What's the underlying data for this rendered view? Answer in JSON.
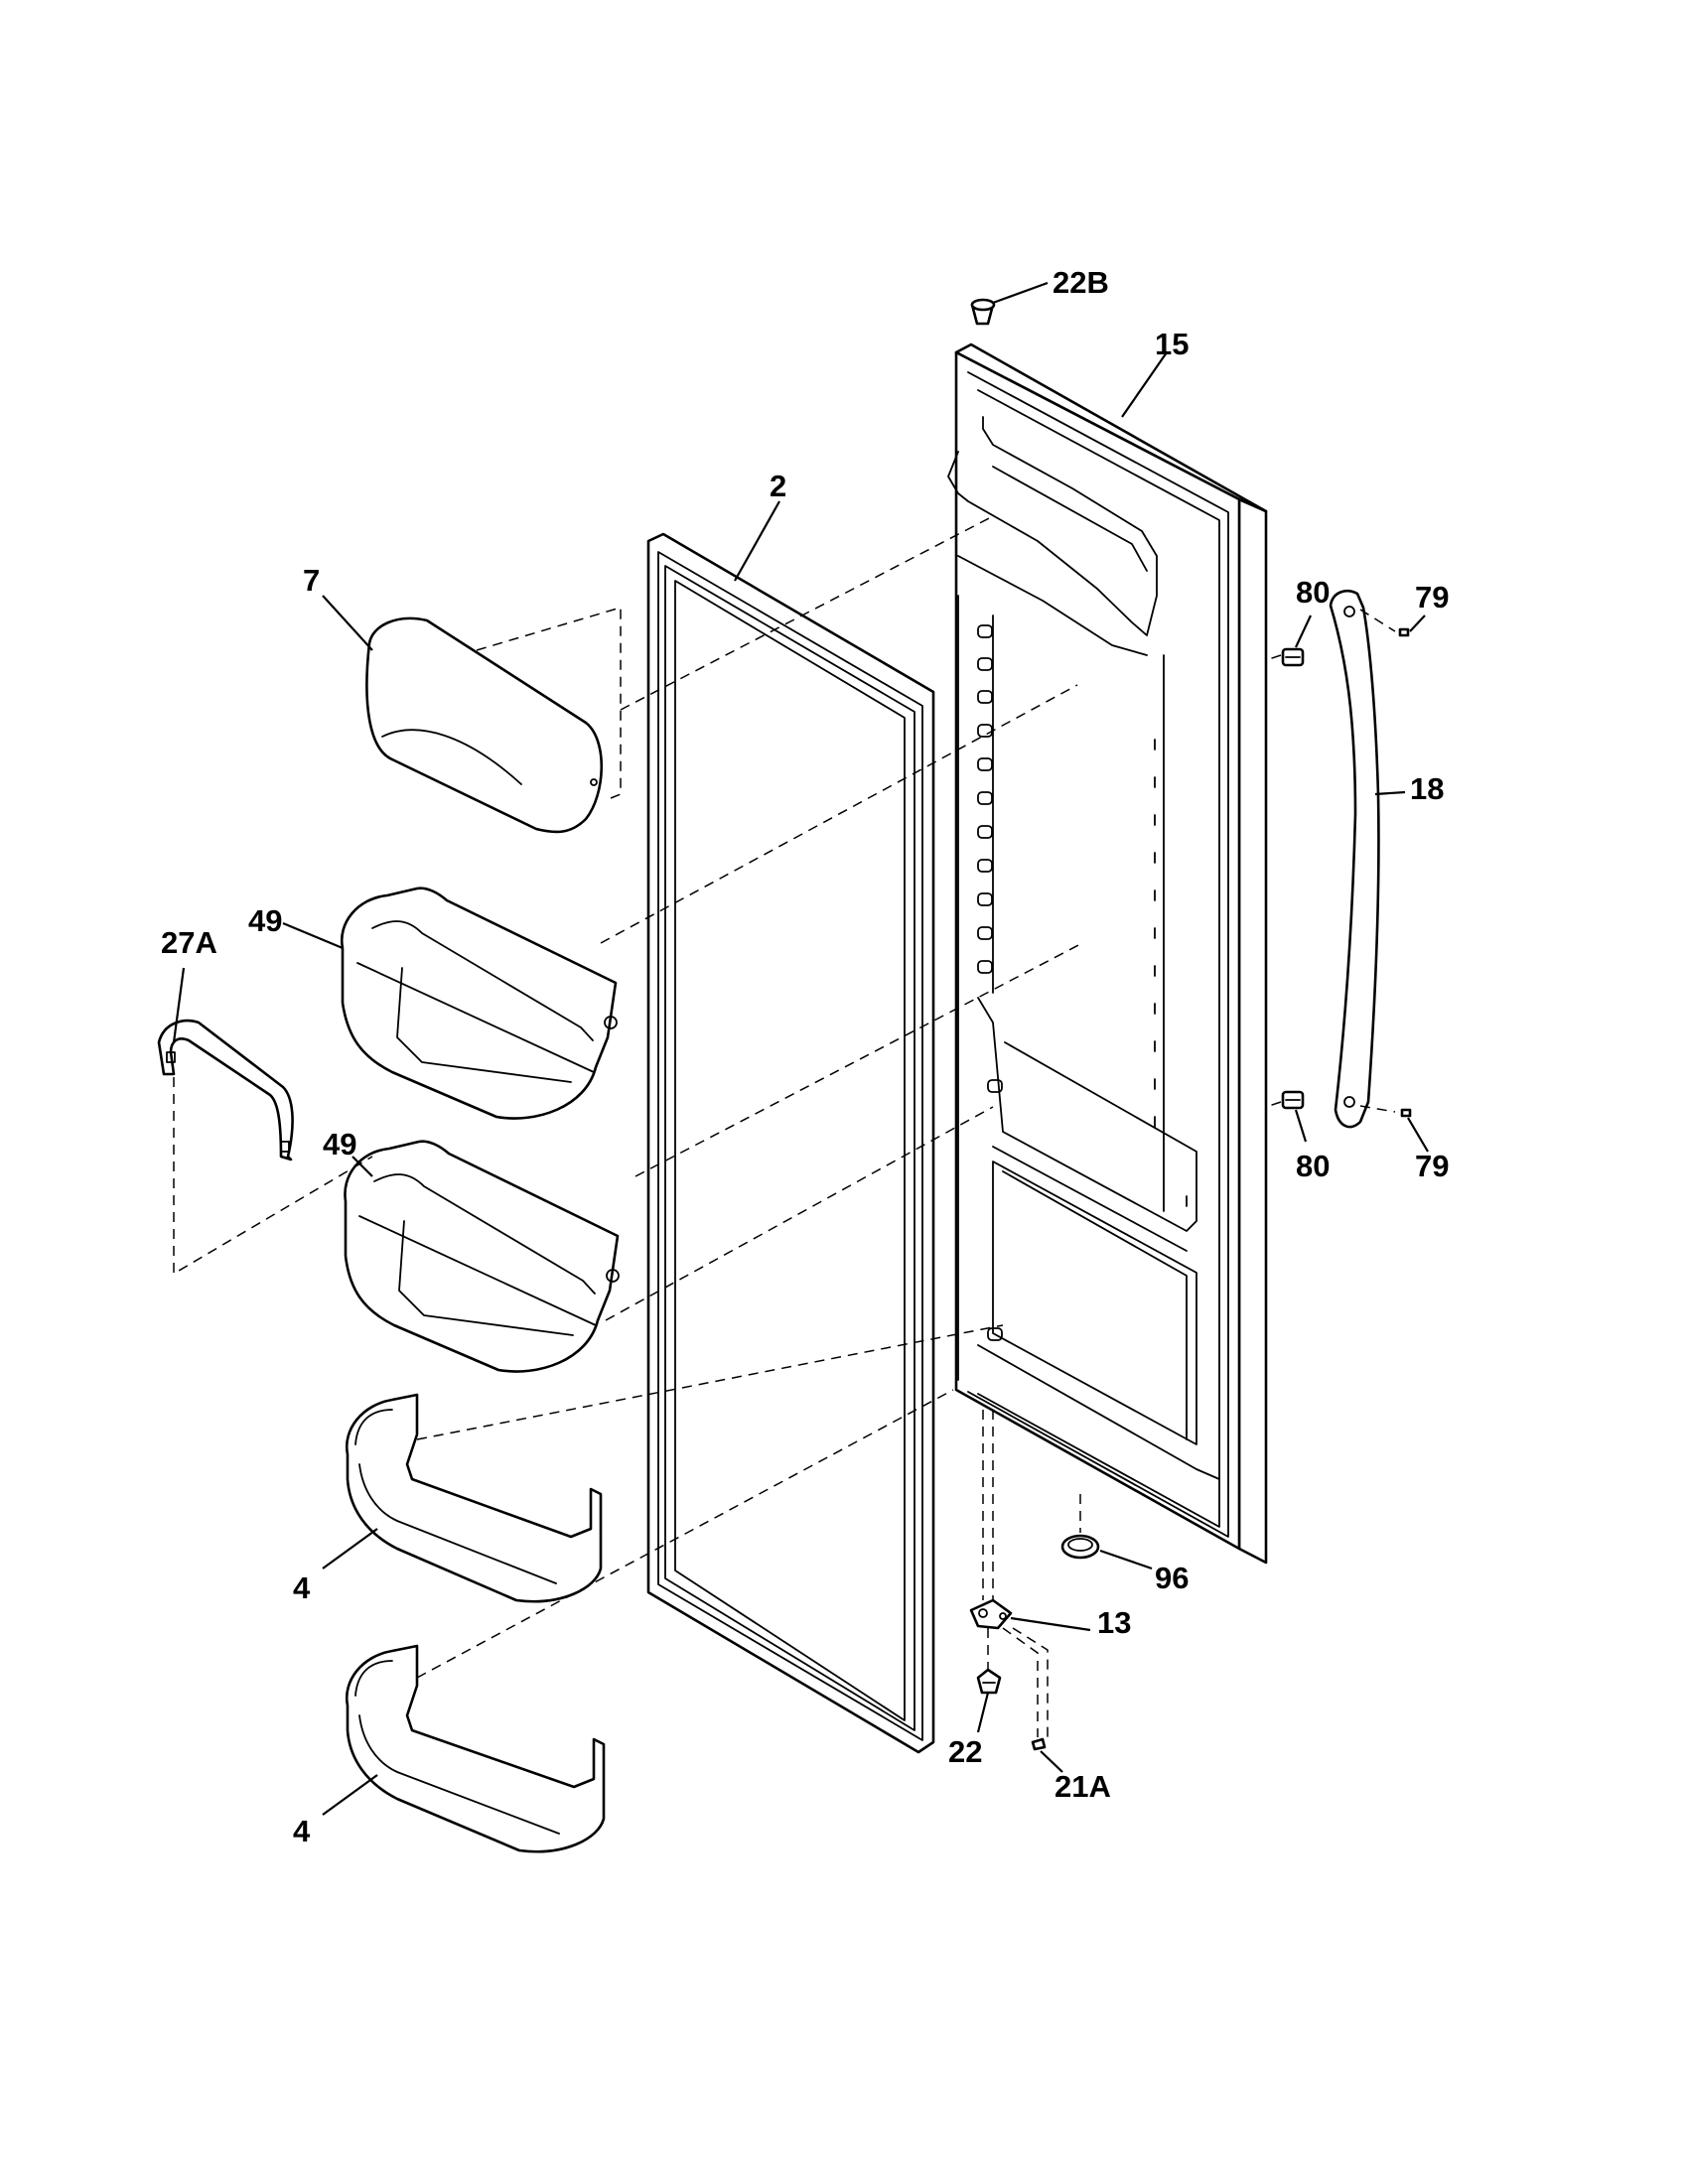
{
  "callouts": [
    {
      "id": "22B",
      "label": "22B"
    },
    {
      "id": "15",
      "label": "15"
    },
    {
      "id": "2",
      "label": "2"
    },
    {
      "id": "7",
      "label": "7"
    },
    {
      "id": "80-top",
      "label": "80"
    },
    {
      "id": "79-top",
      "label": "79"
    },
    {
      "id": "18",
      "label": "18"
    },
    {
      "id": "49-top",
      "label": "49"
    },
    {
      "id": "27A",
      "label": "27A"
    },
    {
      "id": "80-bottom",
      "label": "80"
    },
    {
      "id": "79-bottom",
      "label": "79"
    },
    {
      "id": "49-bottom",
      "label": "49"
    },
    {
      "id": "4-top",
      "label": "4"
    },
    {
      "id": "96",
      "label": "96"
    },
    {
      "id": "13",
      "label": "13"
    },
    {
      "id": "22",
      "label": "22"
    },
    {
      "id": "21A",
      "label": "21A"
    },
    {
      "id": "4-bottom",
      "label": "4"
    }
  ]
}
